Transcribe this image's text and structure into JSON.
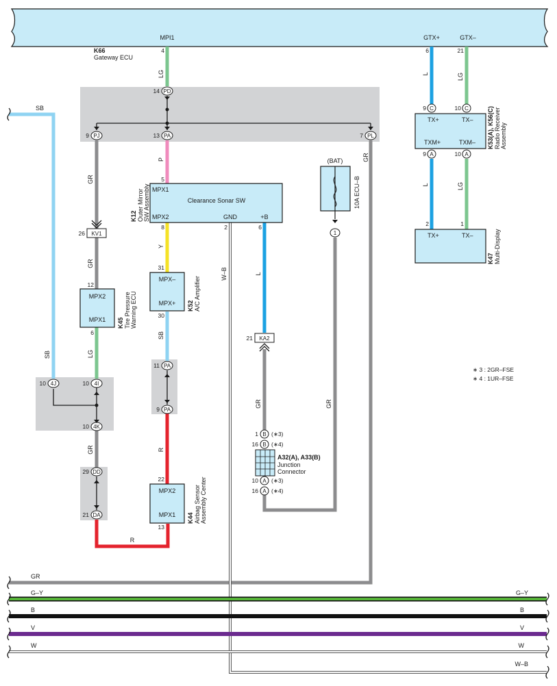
{
  "colors": {
    "LG": "#7cc68f",
    "GR": "#8c8c8e",
    "SB": "#8fd3f2",
    "P": "#f08bbd",
    "Y": "#f5e227",
    "L": "#1ba1e2",
    "R": "#e4232d",
    "G-Y": "#5cc23c",
    "B": "#111111",
    "V": "#6b2a8f",
    "W": "#ffffff",
    "box": "#c8ebf8"
  },
  "gateway": {
    "code": "K66",
    "name": "Gateway ECU",
    "pins": {
      "mpi1": "MPI1",
      "gtxp": "GTX+",
      "gtxm": "GTX–"
    },
    "pin_mpi1": "4",
    "pin_gtxp": "6",
    "pin_gtxm": "21"
  },
  "wires": {
    "lg": "LG",
    "gr": "GR",
    "sb": "SB",
    "p": "P",
    "y": "Y",
    "l": "L",
    "r": "R",
    "wb": "W–B",
    "gy": "G–Y",
    "b": "B",
    "v": "V",
    "w": "W"
  },
  "connectors": {
    "pd": "PD",
    "pj": "PJ",
    "pa": "PA",
    "pl": "PL",
    "kv1": "KV1",
    "ka2": "KA2",
    "c4j": "4J",
    "c4i": "4I",
    "c4k": "4K",
    "dd": "DD",
    "da": "DA",
    "one": "1",
    "c": "C",
    "a": "A",
    "b": "B"
  },
  "pins": {
    "n14": "14",
    "n9": "9",
    "n13": "13",
    "n7": "7",
    "n5": "5",
    "n8": "8",
    "n2": "2",
    "n6": "6",
    "n26": "26",
    "n12": "12",
    "n31": "31",
    "n30": "30",
    "n11": "11",
    "n10": "10",
    "n29": "29",
    "n21": "21",
    "n22": "22",
    "n1": "1",
    "n16": "16"
  },
  "k12": {
    "code": "K12",
    "name1": "Outer Mirror",
    "name2": "SW Assembly",
    "title": "Clearance Sonar SW",
    "mpx1": "MPX1",
    "mpx2": "MPX2",
    "gnd": "GND",
    "bplus": "+B"
  },
  "k45": {
    "code": "K45",
    "name1": "Tire Pressure",
    "name2": "Warning ECU",
    "mpx2": "MPX2",
    "mpx1": "MPX1"
  },
  "k52": {
    "code": "K52",
    "name": "A/C Amplifier",
    "mpxm": "MPX–",
    "mpxp": "MPX+"
  },
  "k44": {
    "code": "K44",
    "name1": "Airbag Sensor",
    "name2": "Assembly Center",
    "mpx2": "MPX2",
    "mpx1": "MPX1"
  },
  "k53": {
    "code": "K53(A), K56(C)",
    "name1": "Radio Receiver",
    "name2": "Assembly",
    "txp": "TX+",
    "txm": "TX–",
    "txmp": "TXM+",
    "txmm": "TXM–"
  },
  "k47": {
    "code": "K47",
    "name": "Multi-Display",
    "txp": "TX+",
    "txm": "TX–"
  },
  "fuse": {
    "bat": "(BAT)",
    "name": "10A ECU–B"
  },
  "junction": {
    "code": "A32(A), A33(B)",
    "name1": "Junction",
    "name2": "Connector",
    "v3": "(∗3)",
    "v4": "(∗4)"
  },
  "notes": {
    "n3": "∗ 3 : 2GR–FSE",
    "n4": "∗ 4 : 1UR–FSE"
  }
}
